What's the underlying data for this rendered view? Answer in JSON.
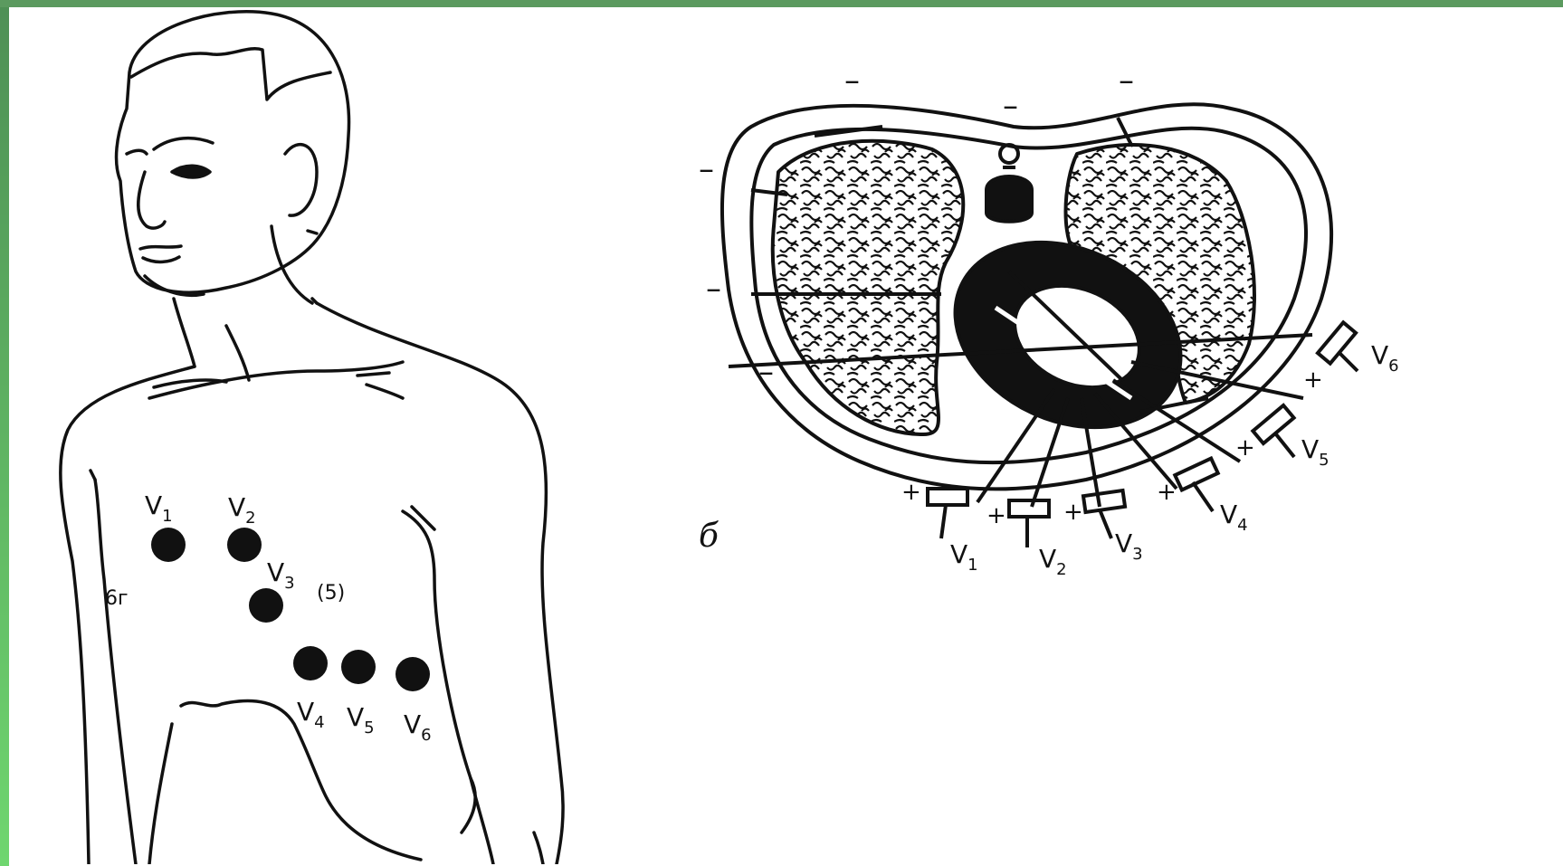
{
  "colors": {
    "frame_green": "#5b9a5f",
    "ink": "#111111",
    "paper": "#ffffff"
  },
  "figure_a": {
    "electrodes": [
      {
        "id": "V1",
        "letter": "V",
        "sub": "1"
      },
      {
        "id": "V2",
        "letter": "V",
        "sub": "2"
      },
      {
        "id": "V3",
        "letter": "V",
        "sub": "3"
      },
      {
        "id": "V4",
        "letter": "V",
        "sub": "4"
      },
      {
        "id": "V5",
        "letter": "V",
        "sub": "5"
      },
      {
        "id": "V6",
        "letter": "V",
        "sub": "6"
      }
    ],
    "side_marks": [
      "6г",
      "(5)"
    ]
  },
  "figure_b": {
    "panel_label": "б",
    "electrodes": [
      {
        "id": "V1",
        "letter": "V",
        "sub": "1"
      },
      {
        "id": "V2",
        "letter": "V",
        "sub": "2"
      },
      {
        "id": "V3",
        "letter": "V",
        "sub": "3"
      },
      {
        "id": "V4",
        "letter": "V",
        "sub": "4"
      },
      {
        "id": "V5",
        "letter": "V",
        "sub": "5"
      },
      {
        "id": "V6",
        "letter": "V",
        "sub": "6"
      }
    ],
    "minus_sign": "–",
    "plus_sign": "+"
  }
}
